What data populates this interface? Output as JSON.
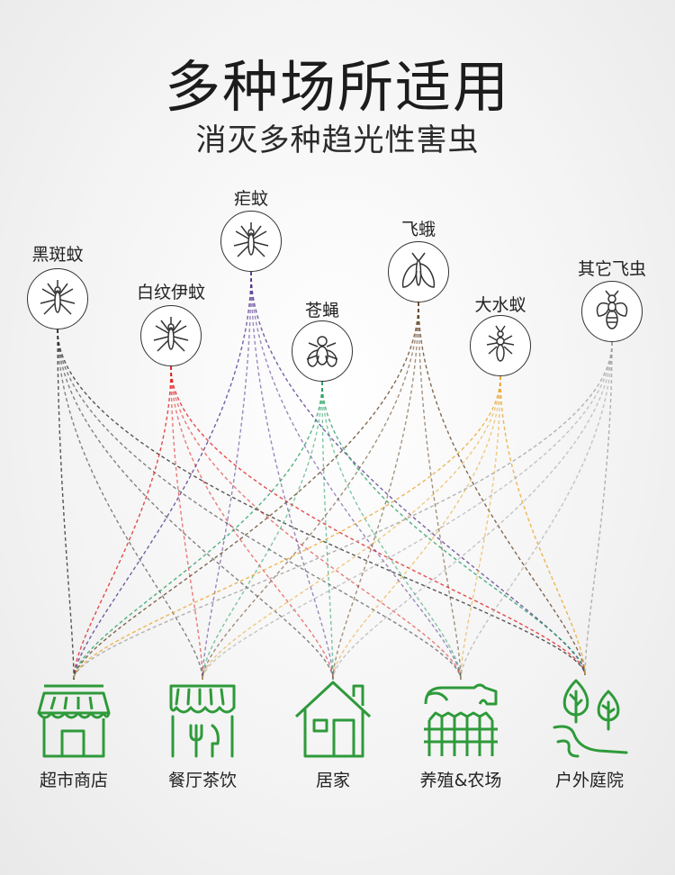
{
  "title": "多种场所适用",
  "subtitle": "消灭多种趋光性害虫",
  "insects": [
    {
      "label": "黑斑蚊",
      "icon": "mosquito-icon",
      "color": "#222222"
    },
    {
      "label": "白纹伊蚊",
      "icon": "mosquito-icon",
      "color": "#e01010"
    },
    {
      "label": "疟蚊",
      "icon": "mosquito-icon",
      "color": "#4a2a8a"
    },
    {
      "label": "苍蝇",
      "icon": "fly-icon",
      "color": "#1a9a5a"
    },
    {
      "label": "飞蛾",
      "icon": "moth-icon",
      "color": "#5a3a1a"
    },
    {
      "label": "大水蚁",
      "icon": "termite-icon",
      "color": "#e8a020"
    },
    {
      "label": "其它飞虫",
      "icon": "wasp-icon",
      "color": "#999999"
    }
  ],
  "places": [
    {
      "label": "超市商店",
      "icon": "store-icon"
    },
    {
      "label": "餐厅茶饮",
      "icon": "restaurant-icon"
    },
    {
      "label": "居家",
      "icon": "house-icon"
    },
    {
      "label": "养殖&农场",
      "icon": "farm-icon"
    },
    {
      "label": "户外庭院",
      "icon": "garden-icon"
    }
  ],
  "accent_color": "#2e9a3a"
}
